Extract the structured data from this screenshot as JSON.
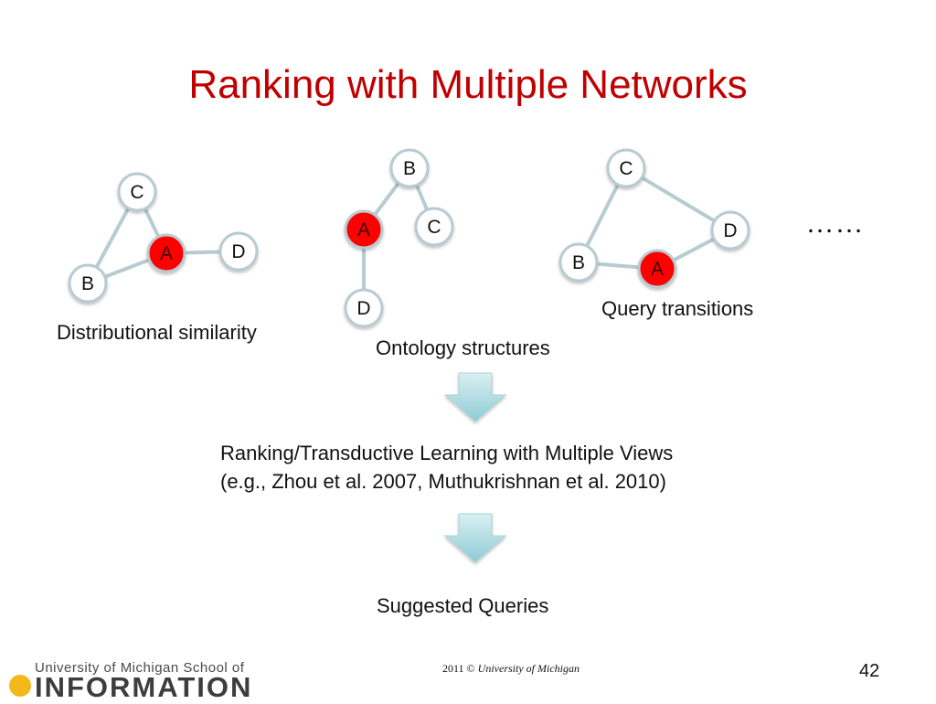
{
  "title": "Ranking with Multiple Networks",
  "networks": [
    {
      "caption": "Distributional similarity",
      "nodes": [
        "A",
        "B",
        "C",
        "D"
      ],
      "highlighted": "A",
      "edges": [
        [
          "C",
          "A"
        ],
        [
          "C",
          "B"
        ],
        [
          "B",
          "A"
        ],
        [
          "A",
          "D"
        ]
      ]
    },
    {
      "caption": "Ontology structures",
      "nodes": [
        "A",
        "B",
        "C",
        "D"
      ],
      "highlighted": "A",
      "edges": [
        [
          "B",
          "A"
        ],
        [
          "B",
          "C"
        ],
        [
          "A",
          "D"
        ]
      ]
    },
    {
      "caption": "Query transitions",
      "nodes": [
        "A",
        "B",
        "C",
        "D"
      ],
      "highlighted": "A",
      "edges": [
        [
          "C",
          "D"
        ],
        [
          "C",
          "B"
        ],
        [
          "B",
          "A"
        ],
        [
          "A",
          "D"
        ]
      ]
    }
  ],
  "more_indicator": "……",
  "method": {
    "line1": "Ranking/Transductive Learning with Multiple Views",
    "line2": "(e.g., Zhou et al. 2007, Muthukrishnan et al. 2010)"
  },
  "result": "Suggested Queries",
  "footer": {
    "year_copyright": "2011 ©",
    "institution": "University of Michigan"
  },
  "page_number": "42",
  "logo": {
    "line1": "University of Michigan School of",
    "line2": "INFORMATION"
  },
  "colors": {
    "title": "#c00000",
    "highlight_node": "#ff0000",
    "node_fill": "#ffffff",
    "node_stroke": "#b7cbd1",
    "edge": "#b7cbd1",
    "arrow": "#9ed3db"
  }
}
